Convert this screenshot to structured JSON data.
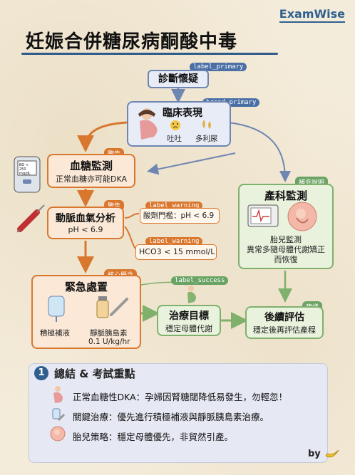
{
  "brand": "ExamWise",
  "title": "妊娠合併糖尿病酮酸中毒",
  "tags": {
    "label_primary_1": "label_primary",
    "brand_primary": "brand_primary",
    "warn1": "警告",
    "warn2": "警告",
    "label_warning_1": "label_warning",
    "label_warning_2": "label_warning",
    "core": "核心概念",
    "label_success": "label_success",
    "supplement": "補充說明",
    "suggest": "建議"
  },
  "diagnosis": {
    "label": "診斷懷疑"
  },
  "clinical": {
    "title": "臨床表現",
    "vomit": "吐吐",
    "polyuria": "多利尿"
  },
  "glucose": {
    "title": "血糖監測",
    "note": "正常血糖亦可能DKA",
    "meter": "BG < 250 mg/dL"
  },
  "abg": {
    "title": "動脈血氣分析",
    "ph": "pH < 6.9"
  },
  "warning1": {
    "text": "酸劑門檻：pH < 6.9"
  },
  "warning2": {
    "text": "HCO3 < 15 mmol/L"
  },
  "emergency": {
    "title": "緊急處置",
    "fluid": "積極補液",
    "insulin": "靜脈胰島素",
    "dose": "0.1 U/kg/hr"
  },
  "goal": {
    "title": "治療目標",
    "text": "穩定母體代謝"
  },
  "followup": {
    "title": "後續評估",
    "text": "穩定後再評估產程"
  },
  "obstetric": {
    "title": "產科監測",
    "line1": "胎兒監測",
    "line2": "異常多隨母體代謝矯正",
    "line3": "而恢復"
  },
  "summary": {
    "num": "1",
    "title": "總結 & 考試重點",
    "row1": "正常血糖性DKA：孕婦因腎糖閾降低易發生，勿輕忽！",
    "row2": "關鍵治療：優先進行積極補液與靜脈胰島素治療。",
    "row3": "胎兒策略：穩定母體優先，非貿然引產。"
  },
  "footer": {
    "by": "by"
  },
  "colors": {
    "blue": "#6f86b3",
    "orange": "#d9772f",
    "green": "#7fb06c",
    "brand": "#2f5f8f"
  }
}
